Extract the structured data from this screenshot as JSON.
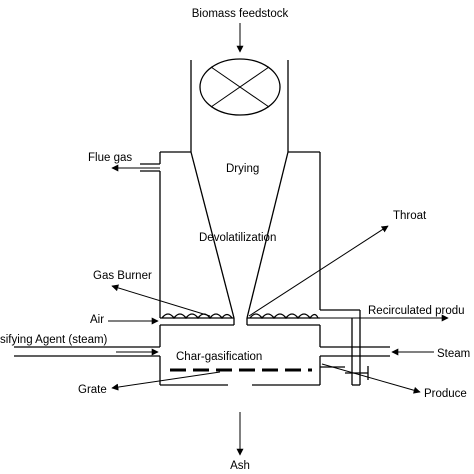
{
  "labels": {
    "biomass_feedstock": "Biomass feedstock",
    "flue_gas": "Flue gas",
    "drying": "Drying",
    "devolatilization": "Devolatilization",
    "throat": "Throat",
    "gas_burner": "Gas Burner",
    "air": "Air",
    "recirculated_product": "Recirculated produ",
    "gasifying_agent": "sifying Agent (steam)",
    "char_gasification": "Char-gasification",
    "steam": "Steam",
    "produce": "Produce",
    "grate": "Grate",
    "ash": "Ash"
  }
}
